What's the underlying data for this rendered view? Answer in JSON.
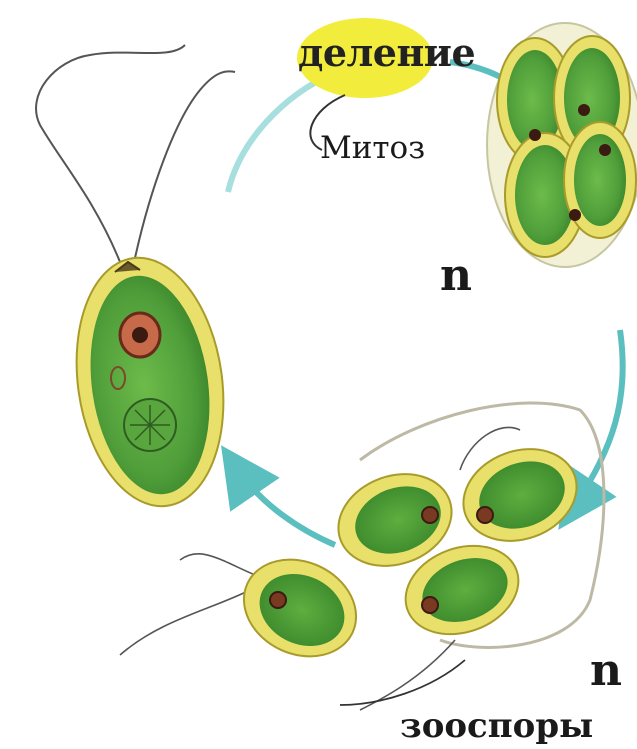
{
  "labels": {
    "division": "деление",
    "mitosis": "Митоз",
    "ploidy_top": "n",
    "ploidy_bottom": "n",
    "zoospores": "зооспоры"
  },
  "colors": {
    "arrow": "#5bbfc0",
    "cell_green": "#4f9e3a",
    "cell_rim": "#e8e06a",
    "badge_yellow": "#f2ec3c",
    "nucleus": "#8b3a2a"
  }
}
